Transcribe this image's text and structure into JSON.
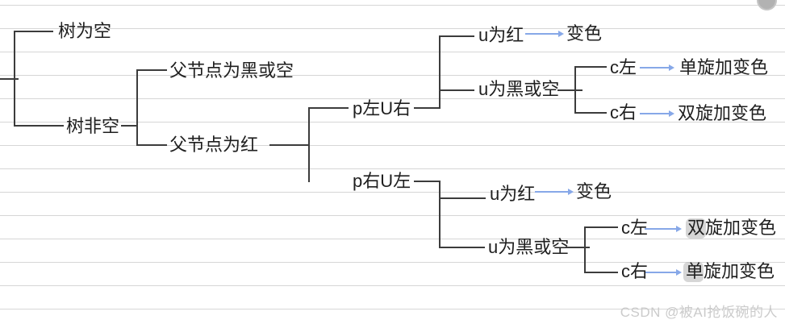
{
  "colors": {
    "bg": "#ffffff",
    "rule": "#d6d6d6",
    "edge": "#3c3c3c",
    "text": "#1f1f1f",
    "arrow": "#87a8e8",
    "smudge": "#b4b4b4",
    "watermark": "#cbcbcb",
    "fab": "#b2b2b2"
  },
  "mindmap": {
    "empty": {
      "label": "树为空"
    },
    "nonempty": {
      "label": "树非空",
      "parent_black_or_null": {
        "label": "父节点为黑或空"
      },
      "parent_red": {
        "label": "父节点为红",
        "p_left_u_right": {
          "label": "p左U右",
          "u_red": {
            "label": "u为红",
            "action": "变色"
          },
          "u_black_or_null": {
            "label": "u为黑或空",
            "c_left": {
              "label": "c左",
              "action": "单旋加变色"
            },
            "c_right": {
              "label": "c右",
              "action": "双旋加变色"
            }
          }
        },
        "p_right_u_left": {
          "label": "p右U左",
          "u_red": {
            "label": "u为红",
            "action": "变色"
          },
          "u_black_or_null": {
            "label": "u为黑或空",
            "c_left": {
              "label": "c左",
              "action": "双旋加变色"
            },
            "c_right": {
              "label": "c右",
              "action": "单旋加变色"
            }
          }
        }
      }
    }
  },
  "watermark": {
    "text": "CSDN @被AI抢饭碗的人"
  }
}
